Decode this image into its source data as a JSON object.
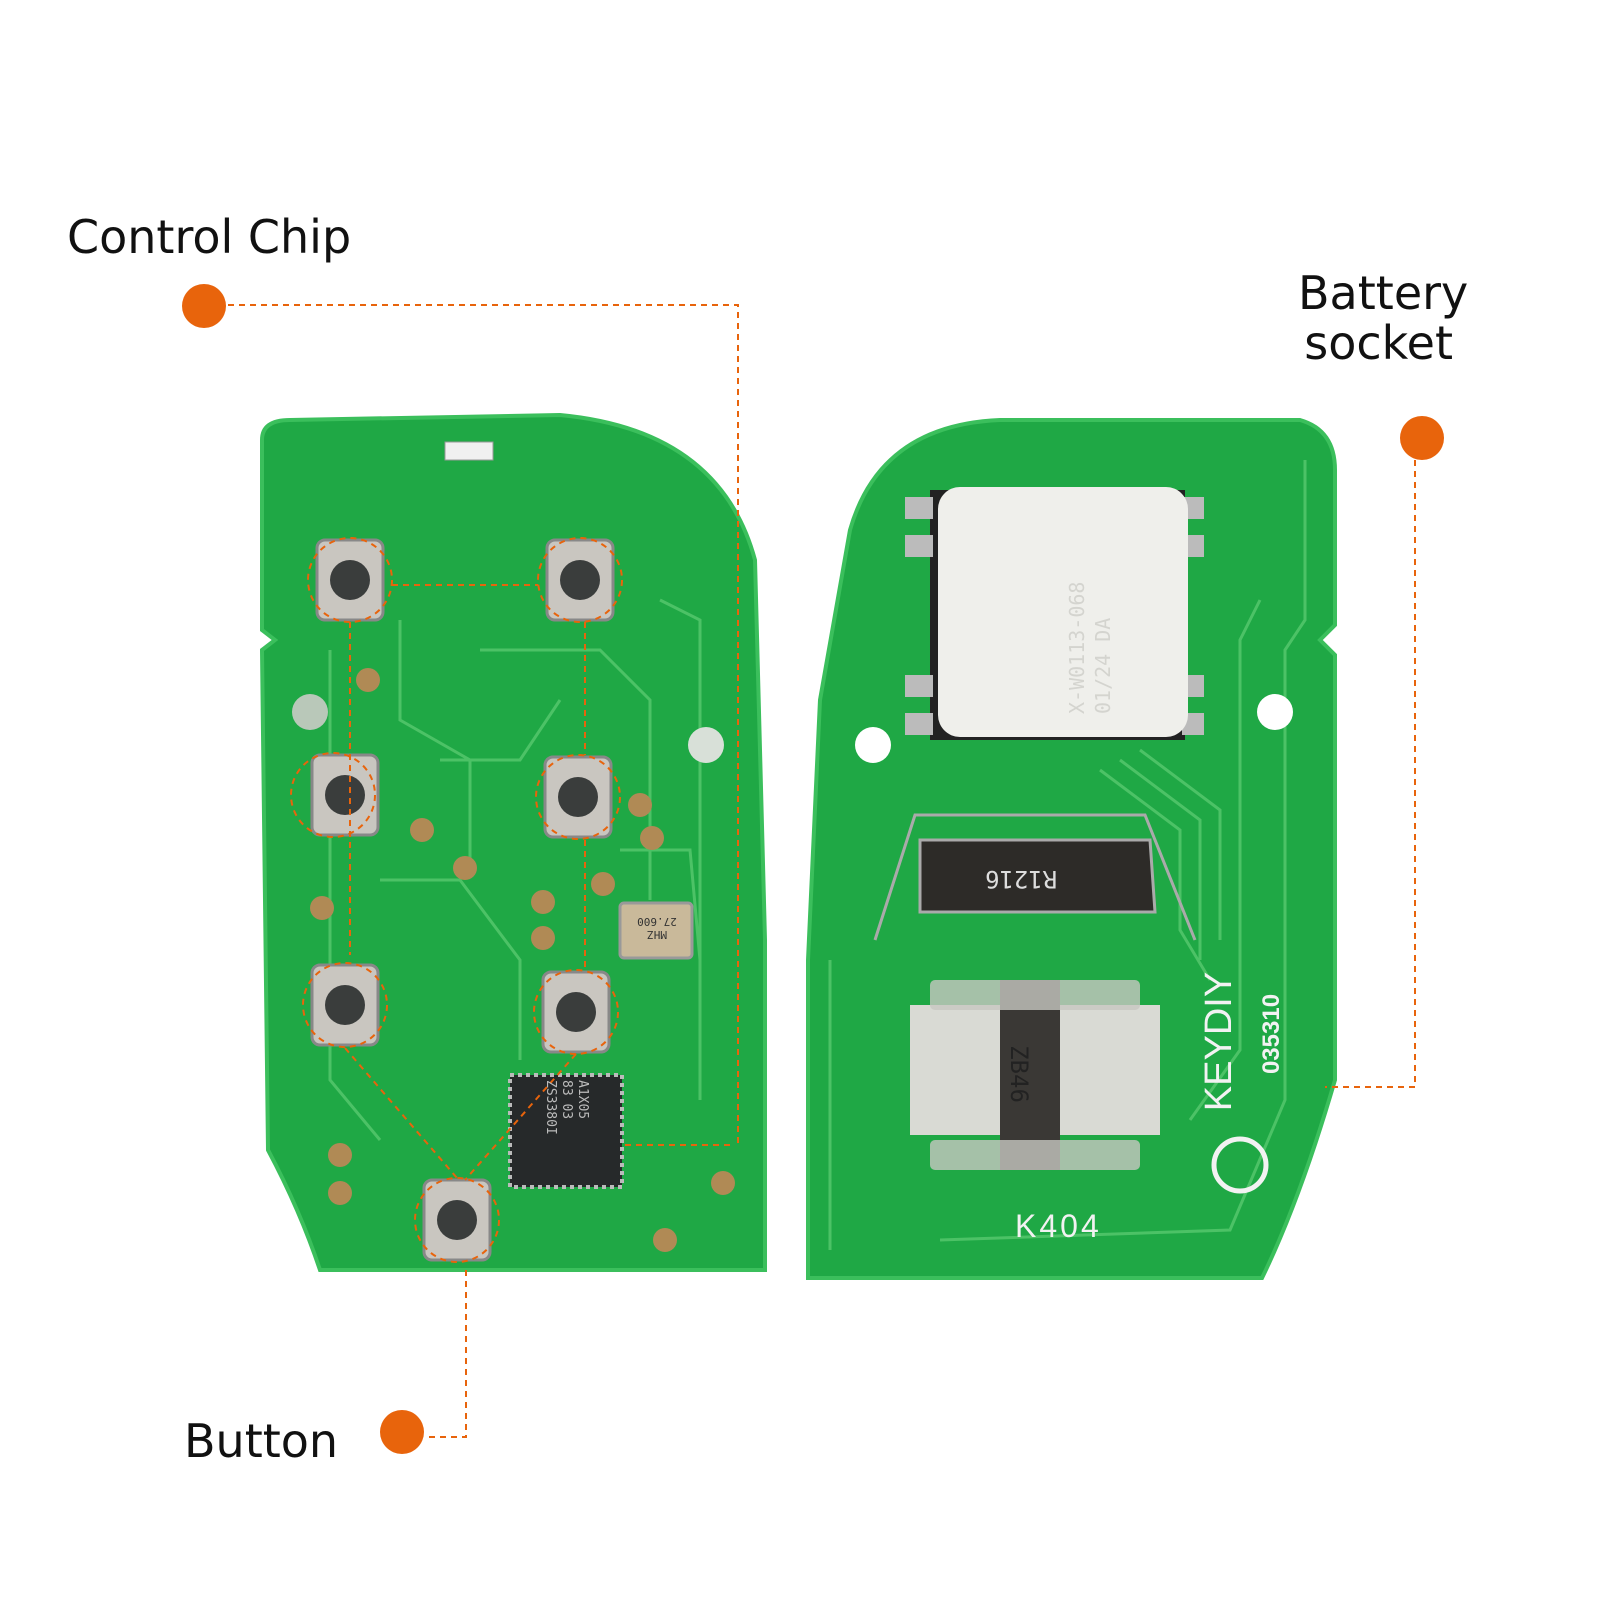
{
  "callouts": {
    "control_chip": "Control Chip",
    "battery_socket_line1": "Battery",
    "battery_socket_line2": "socket",
    "button": "Button"
  },
  "pcb_markings": {
    "crystal_line1": "27.600",
    "crystal_line2": "MHZ",
    "chip_line1": "A1X05",
    "chip_line2": "83 03",
    "chip_line3": "ZS3380I",
    "module_line1": "X-W0113-068",
    "module_line2": "01/24 DA",
    "battery_clip": "R1216",
    "contact": "ZB46",
    "brand": "KEYDIY",
    "serial": "035310",
    "model": "K404"
  },
  "colors": {
    "accent": "#e8640c",
    "pcb": "#1fa845",
    "trace": "#4cc266"
  }
}
